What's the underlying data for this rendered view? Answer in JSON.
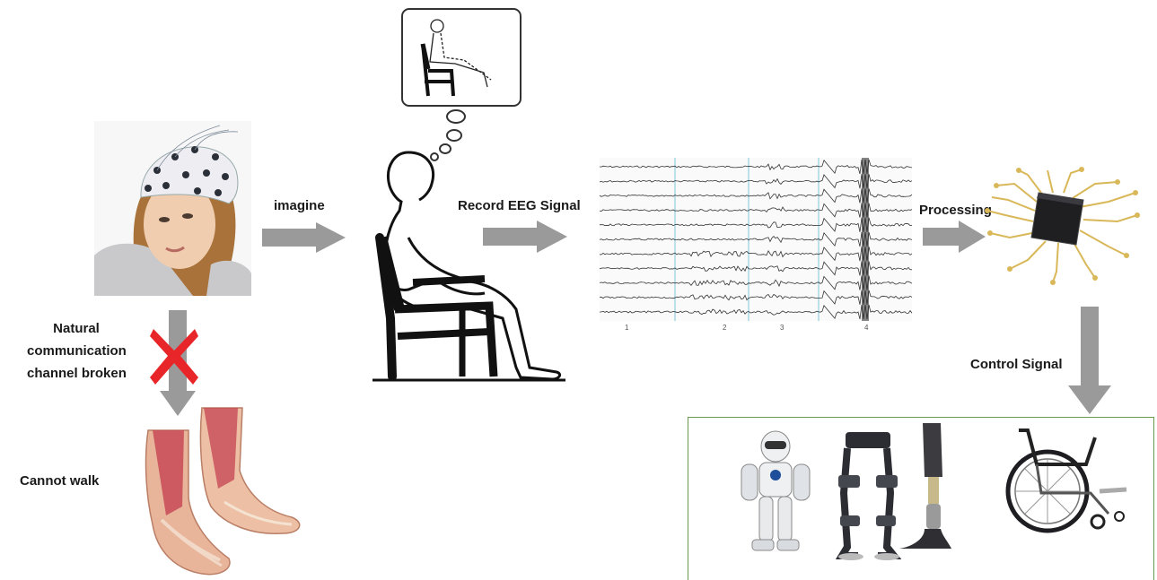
{
  "labels": {
    "imagine": "imagine",
    "record": "Record EEG Signal",
    "processing": "Processing",
    "control": "Control Signal",
    "broken_line1": "Natural",
    "broken_line2": "communication",
    "broken_line3": "channel broken",
    "cannot_walk": "Cannot walk"
  },
  "eeg_segments": [
    "1",
    "2",
    "3",
    "4"
  ],
  "icons": {
    "eeg_cap_person": "eeg-cap-person-icon",
    "thinking_person": "seated-person-icon",
    "thought_bubble": "thought-bubble-icon",
    "eeg_signal": "eeg-signal-icon",
    "chip": "microchip-icon",
    "ankle": "foot-anatomy-icon",
    "blocked": "red-x-icon",
    "robot": "humanoid-robot-icon",
    "exoskeleton": "exoskeleton-icon",
    "prosthesis": "prosthetic-leg-icon",
    "wheelchair": "wheelchair-icon"
  },
  "colors": {
    "arrow": "#9a9a9a",
    "cross": "#e8262a",
    "device_box_border": "#6a9a4a",
    "eeg_divider": "#7fc6d9"
  }
}
